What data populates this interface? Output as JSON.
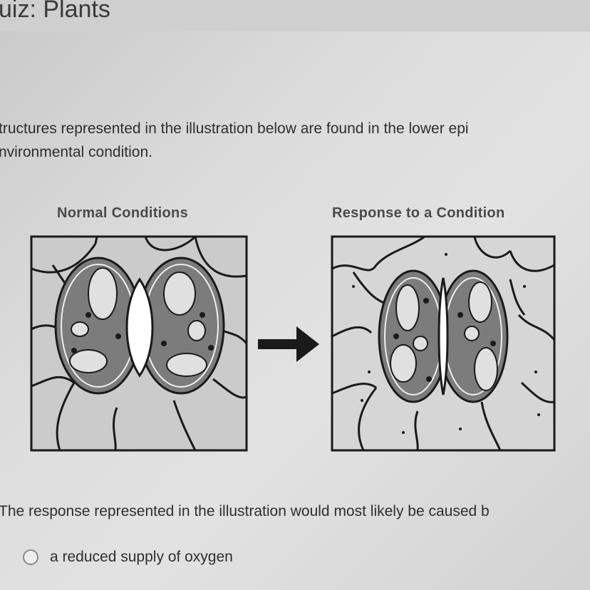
{
  "quiz": {
    "title": "uiz: Plants"
  },
  "question": {
    "line1": "tructures represented in the illustration below are found in the lower epi",
    "line2": "nvironmental condition."
  },
  "figure": {
    "left_label": "Normal Conditions",
    "right_label": "Response to a Condition"
  },
  "prompt": "The response represented in the illustration would most likely be caused b",
  "options": [
    {
      "label": "a reduced supply of oxygen",
      "selected": false
    }
  ],
  "colors": {
    "cell_fill": "#c8c8c8",
    "guard_fill": "#7c7c7c",
    "outline": "#1a1a1a"
  }
}
